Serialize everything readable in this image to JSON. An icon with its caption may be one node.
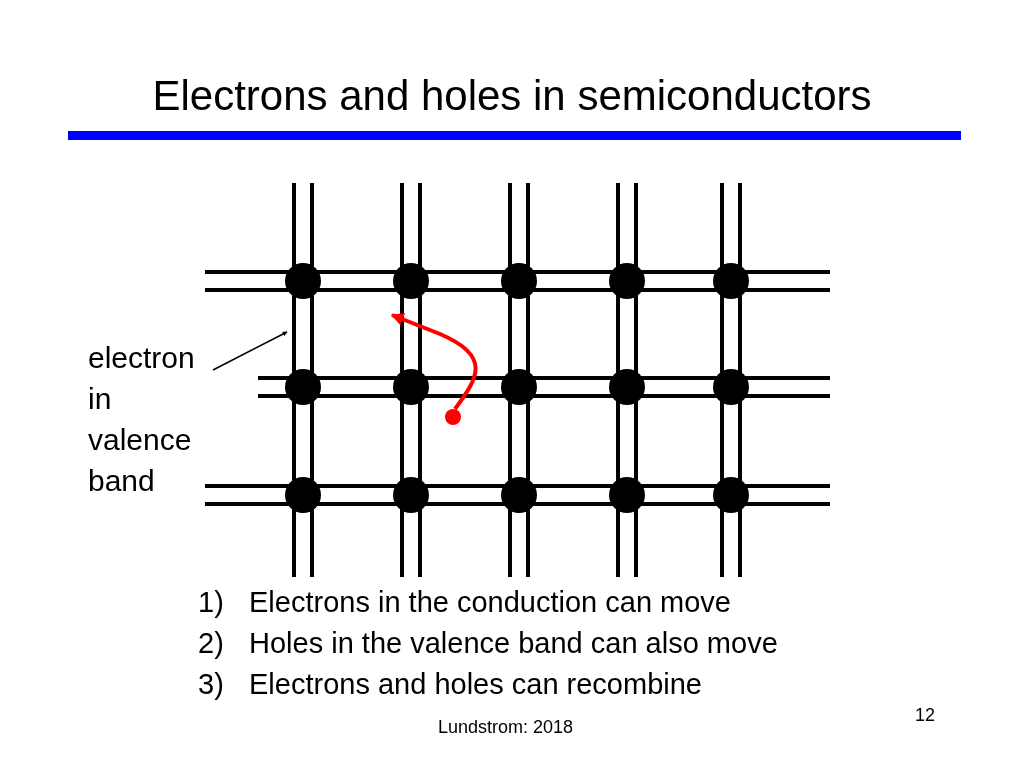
{
  "diagram": {
    "title": "Electrons and holes in semiconductors",
    "nodes": [
      {
        "text": [
          "electron in valence band"
        ]
      },
      {
        "text": [],
        "shape": "circle"
      }
    ],
    "edges": [
      {
        "from": 0,
        "to": null,
        "arrow": "to"
      },
      {
        "from": 1,
        "to": null,
        "arrow": "to",
        "color": "#ff0000",
        "style": "thick"
      }
    ],
    "labels": [
      "1)",
      "Electrons in the conduction can move",
      "2)",
      "Holes in the valence band can also move",
      "3)",
      "Electrons and holes can recombine",
      "Lundstrom: 2018",
      "12"
    ]
  }
}
